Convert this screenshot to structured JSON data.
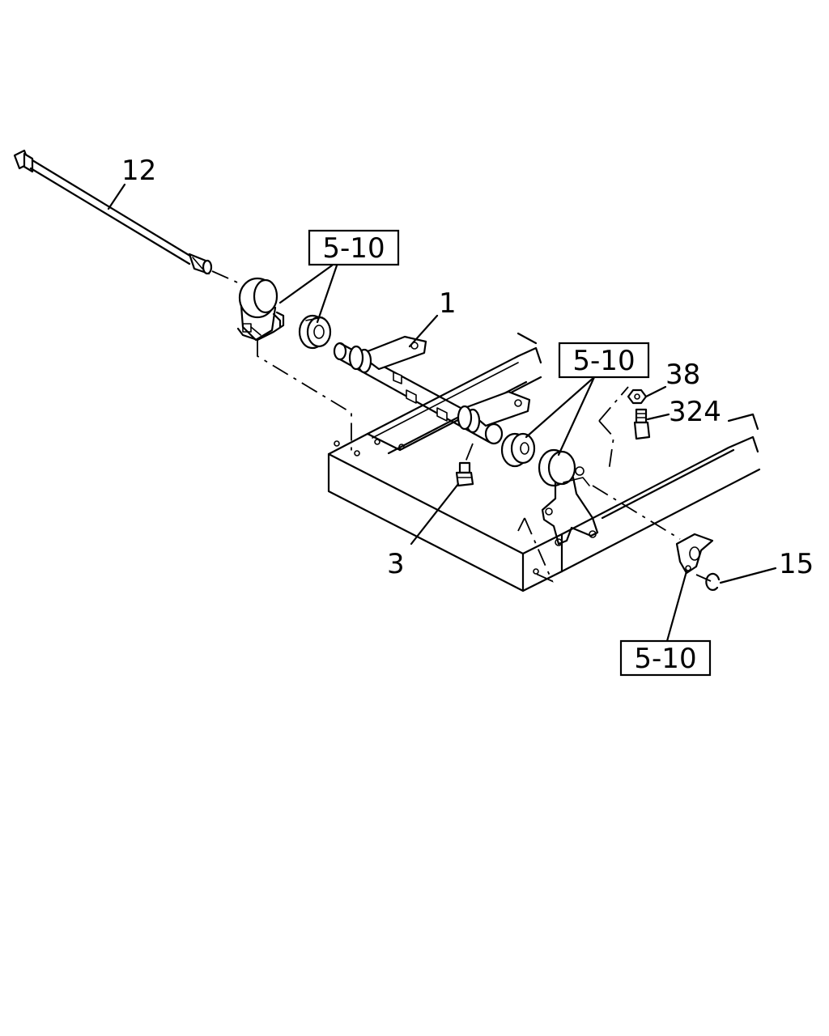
{
  "diagram": {
    "part_labels": {
      "p12": "12",
      "p1": "1",
      "p38": "38",
      "p324": "324",
      "p3": "3",
      "p15": "15"
    },
    "ref_boxes": {
      "ref_a": "5-10",
      "ref_b": "5-10",
      "ref_c": "5-10"
    }
  }
}
